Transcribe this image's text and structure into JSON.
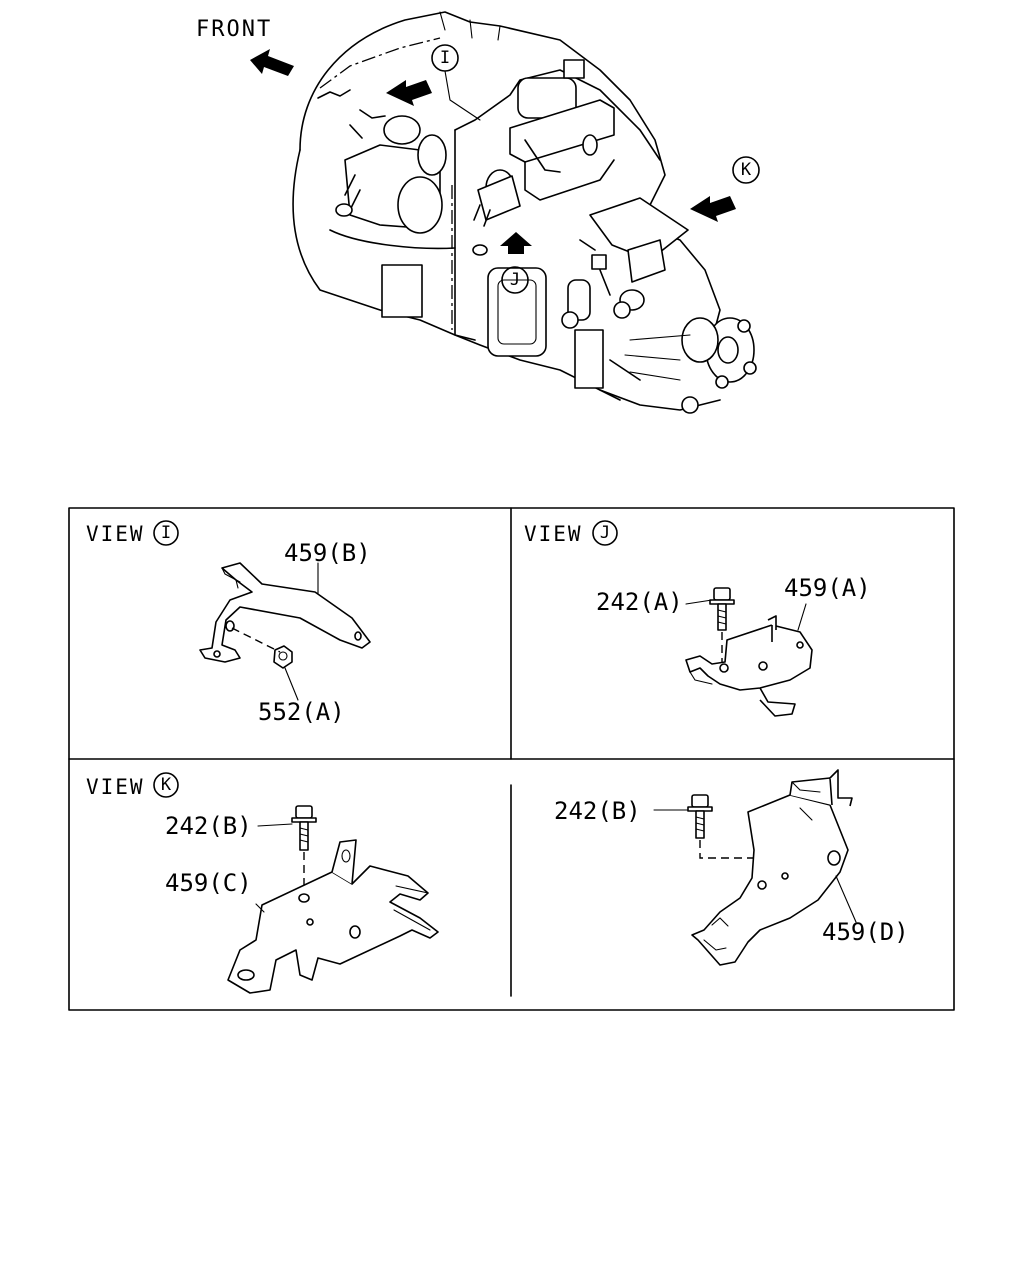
{
  "overview": {
    "front_label": "FRONT",
    "callouts": [
      "I",
      "J",
      "K"
    ]
  },
  "views": [
    {
      "title": "VIEW",
      "letter": "I",
      "labels": [
        "459(B)",
        "552(A)"
      ]
    },
    {
      "title": "VIEW",
      "letter": "J",
      "labels": [
        "242(A)",
        "459(A)"
      ]
    },
    {
      "title": "VIEW",
      "letter": "K",
      "labels": [
        "242(B)",
        "459(C)"
      ]
    },
    {
      "title": "",
      "letter": "",
      "labels": [
        "242(B)",
        "459(D)"
      ]
    }
  ],
  "colors": {
    "line": "#000000",
    "background": "#ffffff"
  }
}
